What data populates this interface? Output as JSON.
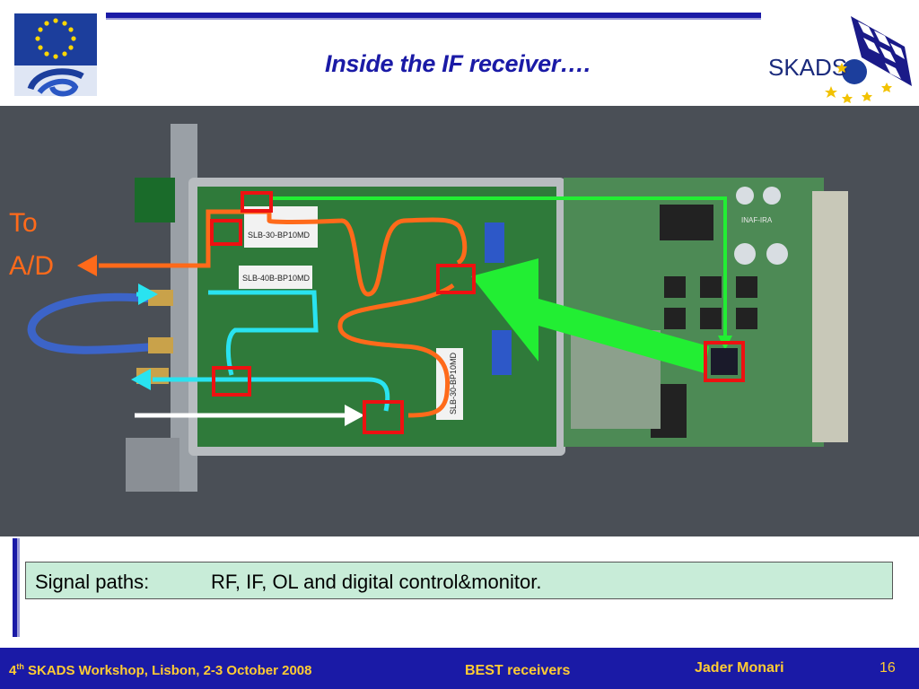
{
  "header": {
    "title": "Inside the IF receiver….",
    "skads_logo_text": "SKADS"
  },
  "photo": {
    "label_to_ad_line1": "To",
    "label_to_ad_line2": "A/D",
    "filter_label_top": "SLB-30-BP10MD",
    "filter_label_mid": "SLB-40B-BP10MD",
    "filter_label_right": "SLB-30-BP10MD",
    "board_label": "INAF-IRA",
    "colors": {
      "rf_path": "#29e3f0",
      "if_path": "#ff6a1a",
      "ol_path": "#ffffff",
      "control_path": "#22ee33",
      "highlight_box": "#ee1111"
    }
  },
  "caption": {
    "label": "Signal paths:",
    "text": "RF, IF, OL and digital control&monitor."
  },
  "footer": {
    "event_prefix": "4",
    "event_sup": "th",
    "event_rest": " SKADS Workshop, Lisbon, 2-3 October 2008",
    "center": "BEST receivers",
    "author": "Jader Monari",
    "page": "16"
  },
  "colors": {
    "brand_blue": "#1a1aa6",
    "footer_text": "#ffcc33",
    "caption_bg": "#c8ecd8"
  }
}
